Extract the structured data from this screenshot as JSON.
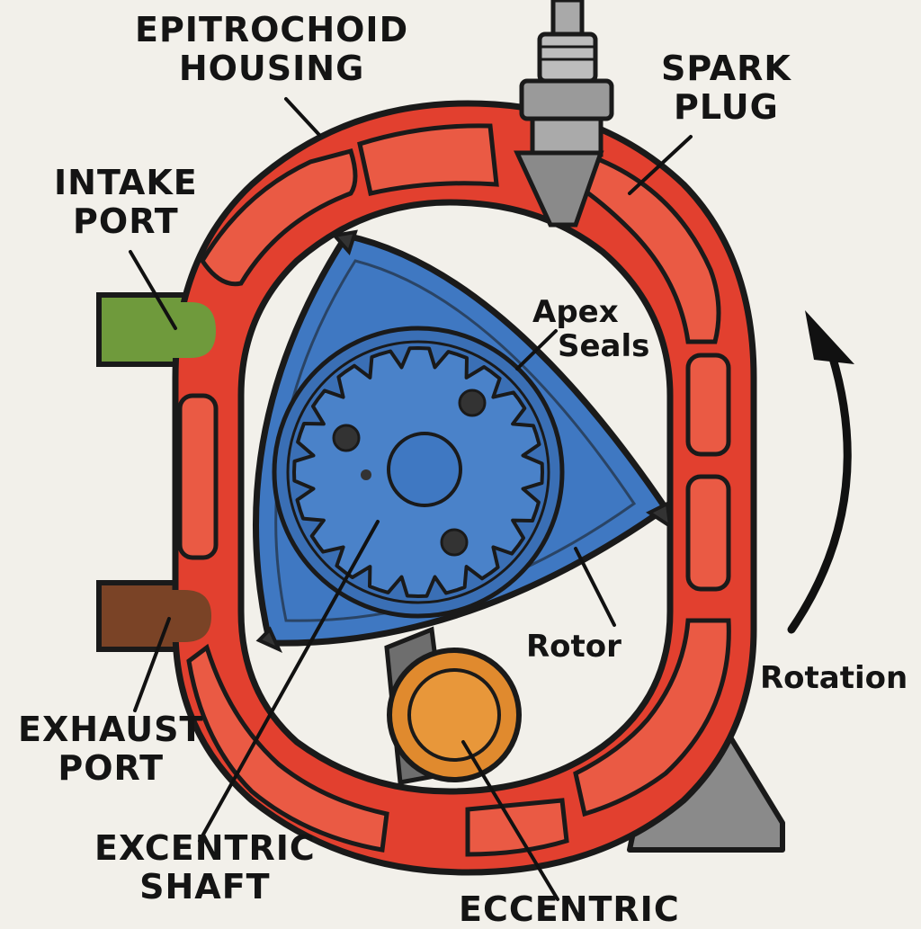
{
  "labels": {
    "housing": [
      "EPITROCHOID",
      "HOUSING"
    ],
    "spark_plug": [
      "SPARK",
      "PLUG"
    ],
    "intake_port": [
      "INTAKE",
      "PORT"
    ],
    "apex_seals": [
      "Apex",
      "Seals"
    ],
    "rotor": "Rotor",
    "rotation": "Rotation",
    "exhaust_port": [
      "EXHAUST",
      "PORT"
    ],
    "eccentric_shaft": [
      "EXCENTRIC",
      "SHAFT"
    ],
    "eccentric_bottom": "ECCENTRIC"
  },
  "colors": {
    "background": "#f2f0ea",
    "housing": "#e2402f",
    "housing_pocket": "#ea5a44",
    "rotor": "#3f78c2",
    "rotor_gear": "#3a6fb5",
    "intake": "#6f9a3c",
    "exhaust": "#7a4326",
    "shaft": "#e08a2e",
    "mount": "#8a8a8a",
    "outline": "#1a1a1a"
  }
}
